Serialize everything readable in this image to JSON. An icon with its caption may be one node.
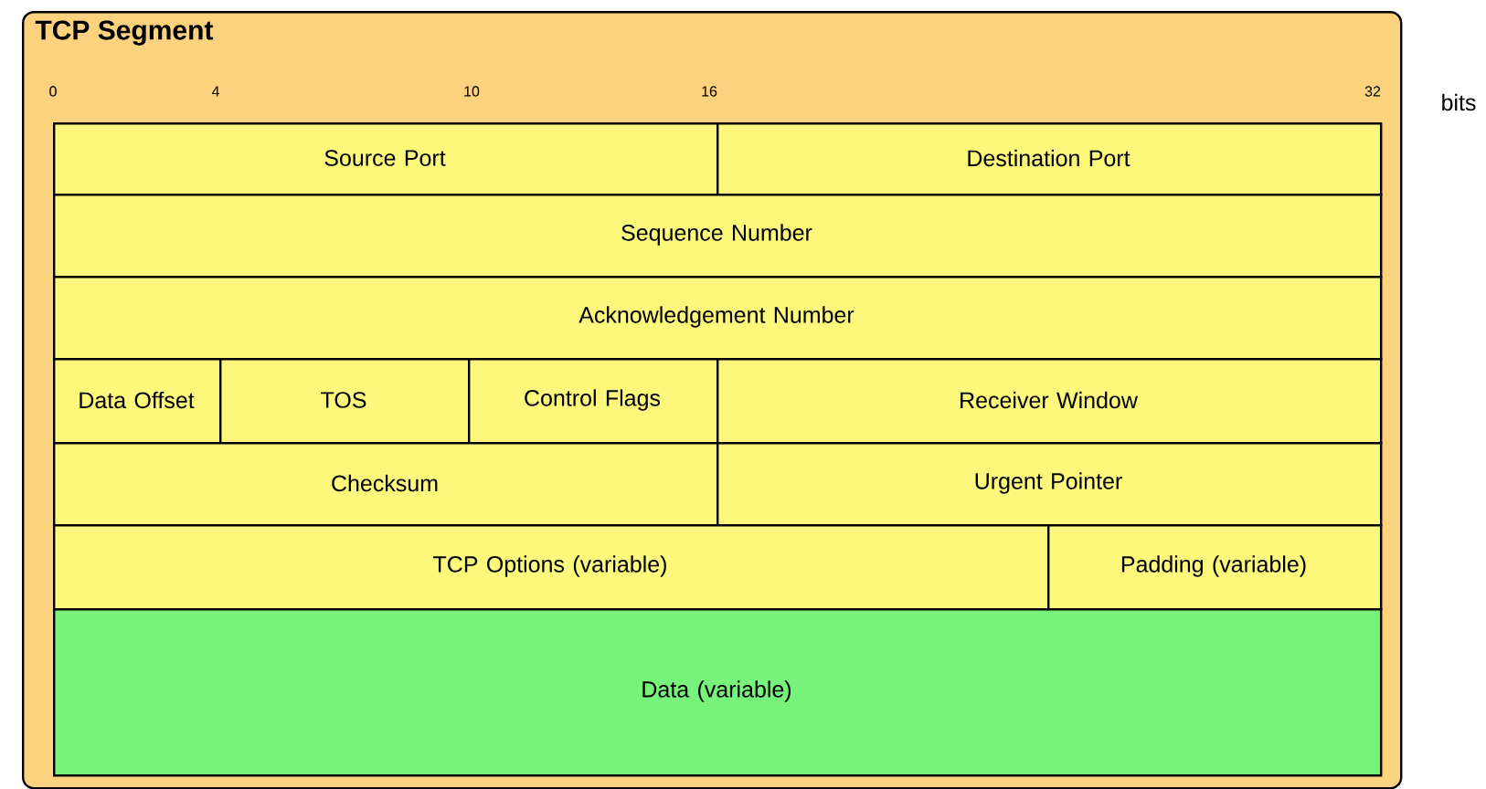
{
  "diagram": {
    "nodes": [
      {
        "text": [
          "TCP Segment"
        ]
      },
      {
        "text": [
          "Source Port"
        ],
        "in": 0
      },
      {
        "text": [
          "Destination Port"
        ],
        "in": 0
      },
      {
        "text": [
          "Sequence Number"
        ],
        "in": 0
      },
      {
        "text": [
          "Acknowledgement Number"
        ],
        "in": 0
      },
      {
        "text": [
          "Data Offset"
        ],
        "in": 0
      },
      {
        "text": [
          "TOS"
        ],
        "in": 0
      },
      {
        "text": [
          "Control Flags"
        ],
        "in": 0
      },
      {
        "text": [
          "Receiver Window"
        ],
        "in": 0
      },
      {
        "text": [
          "Checksum"
        ],
        "in": 0
      },
      {
        "text": [
          "Urgent Pointer"
        ],
        "in": 0
      },
      {
        "text": [
          "TCP Options (variable)"
        ],
        "in": 0
      },
      {
        "text": [
          "Padding (variable)"
        ],
        "in": 0
      },
      {
        "text": [
          "Data (variable)"
        ],
        "in": 0
      }
    ],
    "edges": [],
    "labels": [
      "0",
      "4",
      "10",
      "16",
      "32",
      "bits"
    ]
  }
}
